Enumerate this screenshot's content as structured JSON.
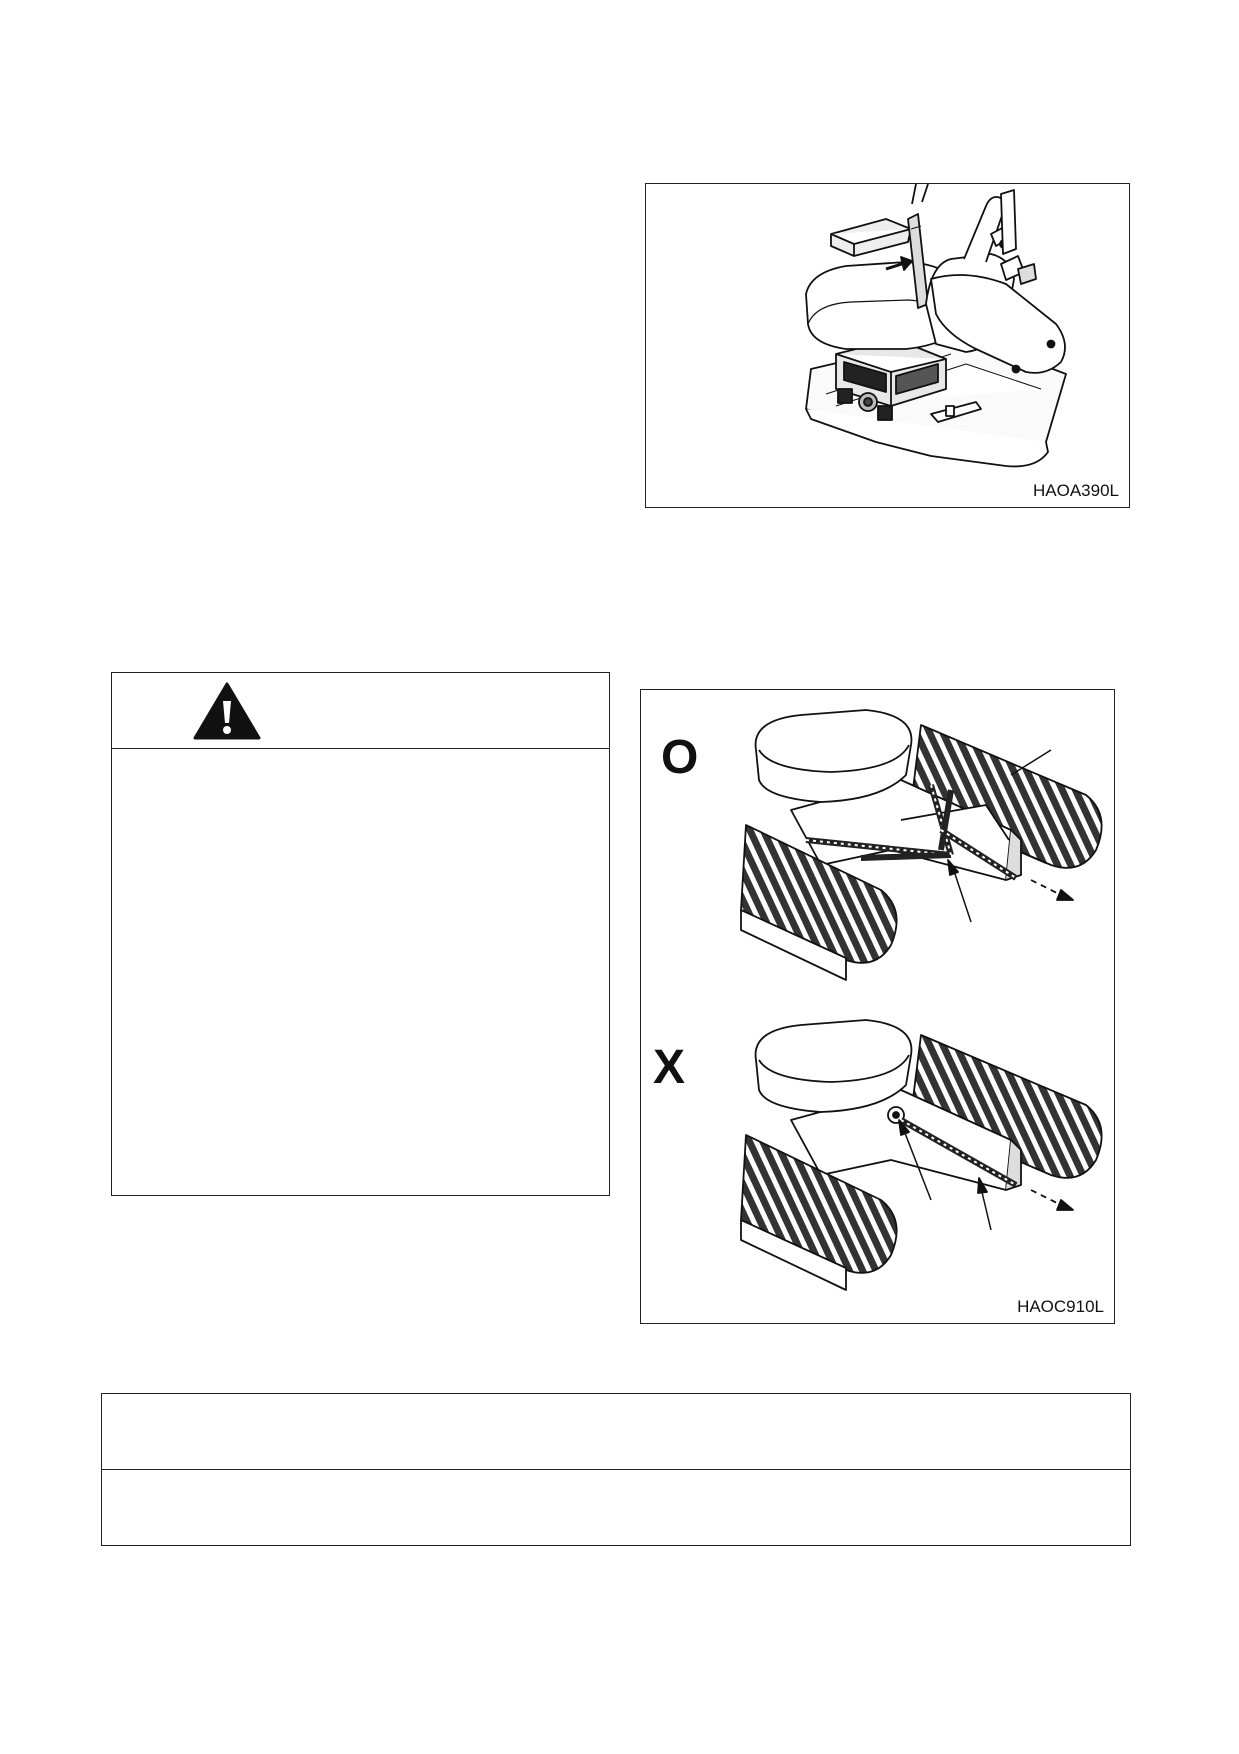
{
  "figures": {
    "seat": {
      "code": "HAOA390L"
    },
    "towing": {
      "code": "HAOC910L",
      "correct_mark": "O",
      "wrong_mark": "X"
    }
  },
  "warning_box": {
    "icon": "warning-triangle-icon"
  }
}
